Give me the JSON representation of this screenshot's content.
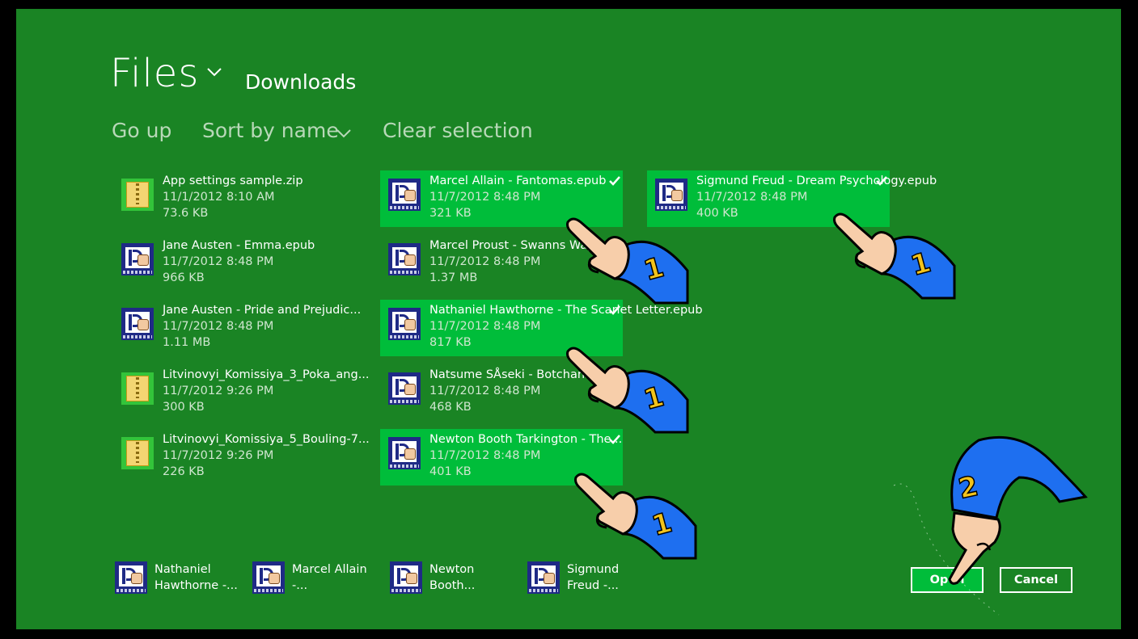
{
  "header": {
    "title": "Files",
    "location": "Downloads"
  },
  "commands": {
    "go_up": "Go up",
    "sort_by": "Sort by name",
    "clear_selection": "Clear selection"
  },
  "files": [
    {
      "name": "App settings sample.zip",
      "date": "11/1/2012 8:10 AM",
      "size": "73.6 KB",
      "icon": "zip-folder-icon",
      "selected": false
    },
    {
      "name": "Jane Austen - Emma.epub",
      "date": "11/7/2012 8:48 PM",
      "size": "966 KB",
      "icon": "book-reader-icon",
      "selected": false
    },
    {
      "name": "Jane Austen - Pride and Prejudic...",
      "date": "11/7/2012 8:48 PM",
      "size": "1.11 MB",
      "icon": "book-reader-icon",
      "selected": false
    },
    {
      "name": "Litvinovyi_Komissiya_3_Poka_ang...",
      "date": "11/7/2012 9:26 PM",
      "size": "300 KB",
      "icon": "zip-folder-icon",
      "selected": false
    },
    {
      "name": "Litvinovyi_Komissiya_5_Bouling-7...",
      "date": "11/7/2012 9:26 PM",
      "size": "226 KB",
      "icon": "zip-folder-icon",
      "selected": false
    },
    {
      "name": "Marcel Allain - Fantomas.epub",
      "date": "11/7/2012 8:48 PM",
      "size": "321 KB",
      "icon": "book-reader-icon",
      "selected": true
    },
    {
      "name": "Marcel Proust - Swanns Way.epub",
      "date": "11/7/2012 8:48 PM",
      "size": "1.37 MB",
      "icon": "book-reader-icon",
      "selected": false
    },
    {
      "name": "Nathaniel Hawthorne - The Scarlet Letter.epub",
      "date": "11/7/2012 8:48 PM",
      "size": "817 KB",
      "icon": "book-reader-icon",
      "selected": true
    },
    {
      "name": "Natsume SÅseki - Botchan.epub",
      "date": "11/7/2012 8:48 PM",
      "size": "468 KB",
      "icon": "book-reader-icon",
      "selected": false
    },
    {
      "name": "Newton Booth Tarkington - The...",
      "date": "11/7/2012 8:48 PM",
      "size": "401 KB",
      "icon": "book-reader-icon",
      "selected": true
    },
    {
      "name": "Sigmund Freud - Dream Psychology.epub",
      "date": "11/7/2012 8:48 PM",
      "size": "400 KB",
      "icon": "book-reader-icon",
      "selected": true
    }
  ],
  "selection_basket": [
    {
      "line1": "Nathaniel",
      "line2": "Hawthorne -..."
    },
    {
      "line1": "Marcel Allain",
      "line2": "-..."
    },
    {
      "line1": "Newton",
      "line2": "Booth..."
    },
    {
      "line1": "Sigmund",
      "line2": "Freud -..."
    }
  ],
  "buttons": {
    "open": "Open",
    "cancel": "Cancel"
  },
  "annotations": {
    "step1": "1",
    "step2": "2"
  },
  "colors": {
    "background": "#1a8424",
    "selected_tile": "#00bd3a",
    "pointer_sleeve": "#1e6ff0",
    "pointer_hand": "#f7ceaa",
    "step_number": "#f3c31a"
  }
}
